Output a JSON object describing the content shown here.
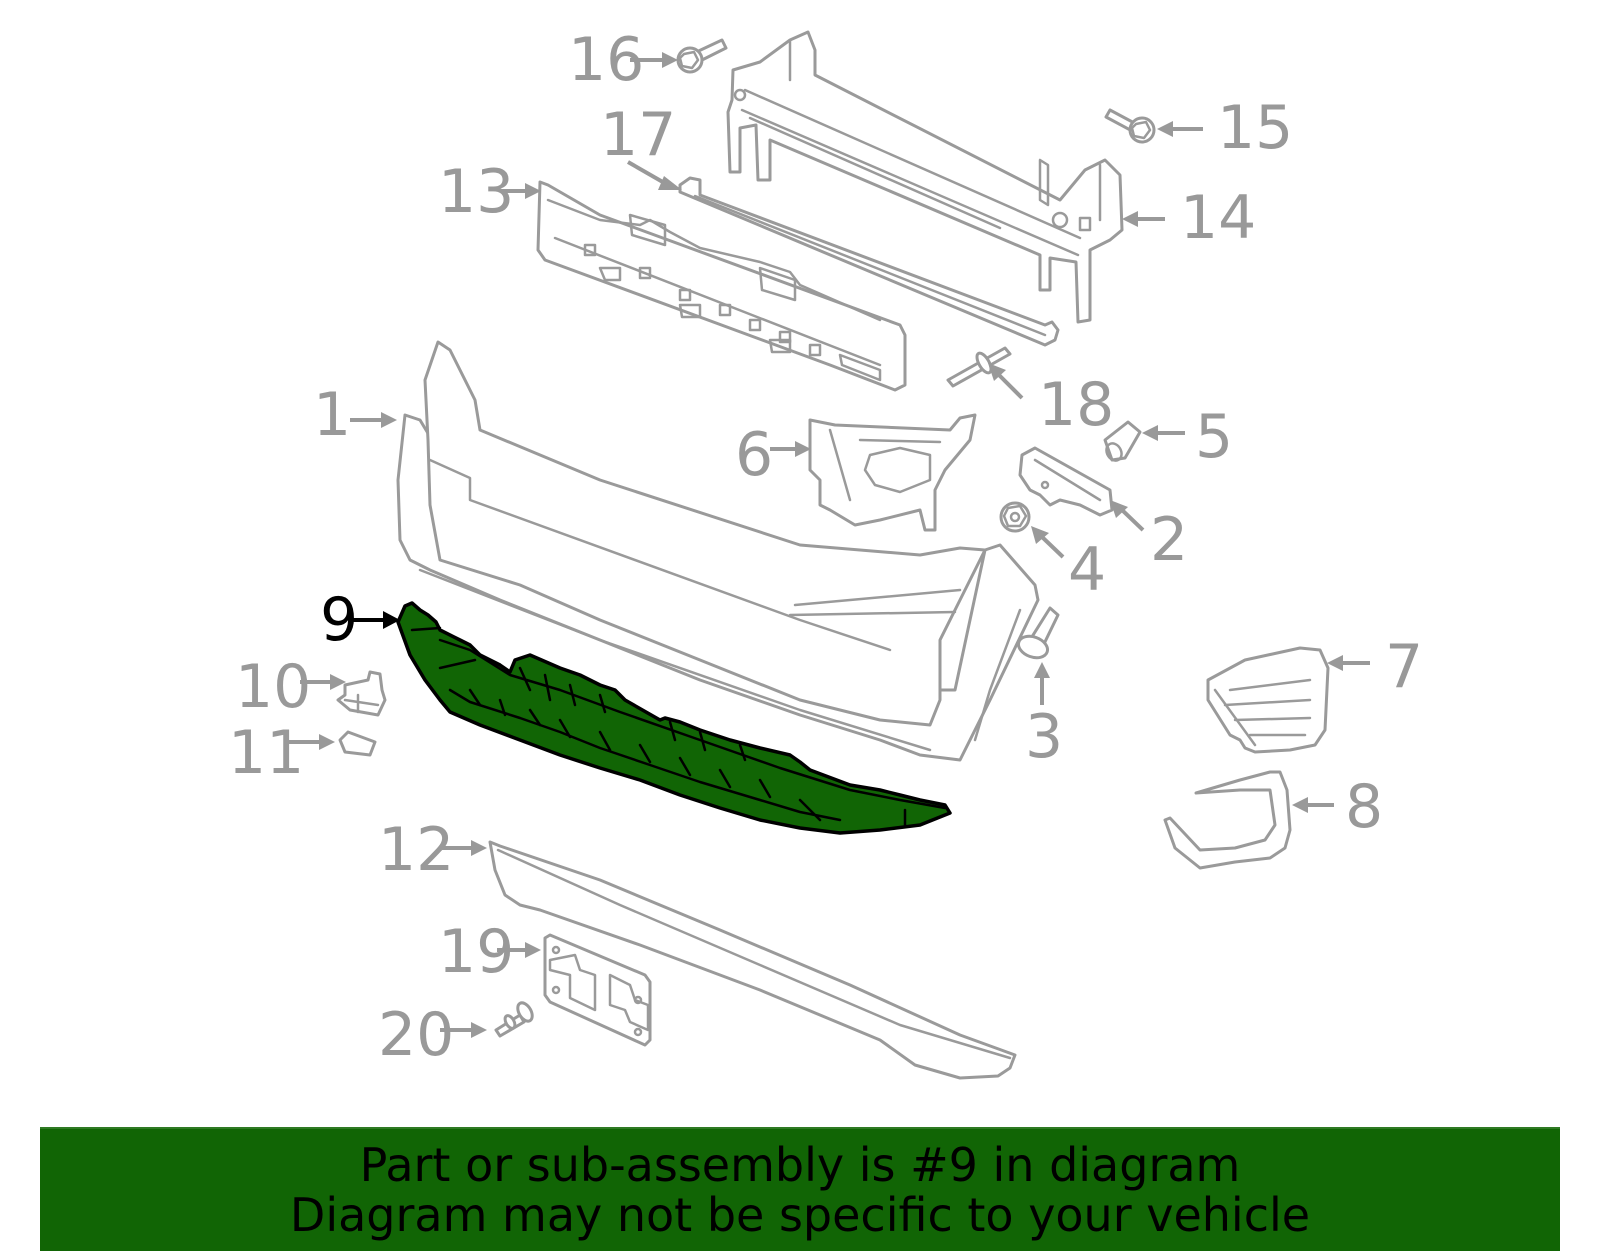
{
  "diagram": {
    "highlight_color": "#116505",
    "callout_color": "#999999",
    "highlight_callout_color": "#000000",
    "highlighted_part": "9",
    "callouts": {
      "c1": "1",
      "c2": "2",
      "c3": "3",
      "c4": "4",
      "c5": "5",
      "c6": "6",
      "c7": "7",
      "c8": "8",
      "c9": "9",
      "c10": "10",
      "c11": "11",
      "c12": "12",
      "c13": "13",
      "c14": "14",
      "c15": "15",
      "c16": "16",
      "c17": "17",
      "c18": "18",
      "c19": "19",
      "c20": "20"
    }
  },
  "banner": {
    "background": "#116505",
    "line1": "Part or sub-assembly is #9 in diagram",
    "line2": "Diagram may not be specific to your vehicle"
  }
}
